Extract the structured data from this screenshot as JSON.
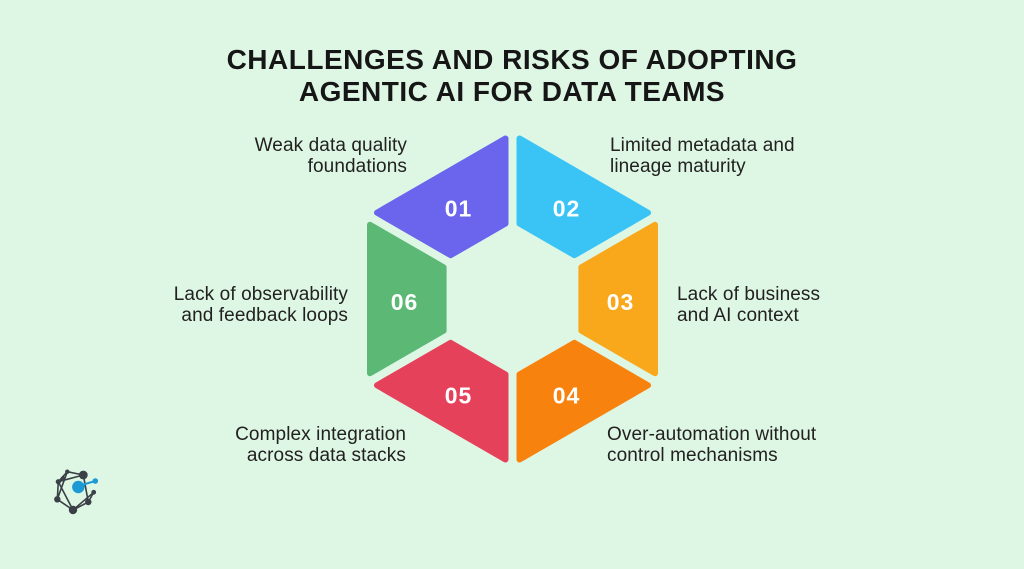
{
  "background_color": "#DEF7E5",
  "title": {
    "line1": "CHALLENGES AND RISKS OF ADOPTING",
    "line2": "AGENTIC AI FOR DATA TEAMS",
    "color": "#161616"
  },
  "diagram": {
    "type": "hexagon-cycle",
    "number_text_color": "#FFFFFF",
    "items": [
      {
        "number": "01",
        "color": "#6B65EE",
        "label_line1": "Weak data quality",
        "label_line2": "foundations"
      },
      {
        "number": "02",
        "color": "#3AC3F5",
        "label_line1": "Limited metadata and",
        "label_line2": "lineage maturity"
      },
      {
        "number": "03",
        "color": "#F9A81B",
        "label_line1": "Lack of business",
        "label_line2": "and AI context"
      },
      {
        "number": "04",
        "color": "#F8820E",
        "label_line1": "Over-automation without",
        "label_line2": "control mechanisms"
      },
      {
        "number": "05",
        "color": "#E6415A",
        "label_line1": "Complex integration",
        "label_line2": "across data stacks"
      },
      {
        "number": "06",
        "color": "#5BB875",
        "label_line1": "Lack of observability",
        "label_line2": "and feedback loops"
      }
    ]
  },
  "logo": {
    "name": "network-logo",
    "node_color": "#3A4046",
    "accent_color": "#1C9AD6"
  }
}
